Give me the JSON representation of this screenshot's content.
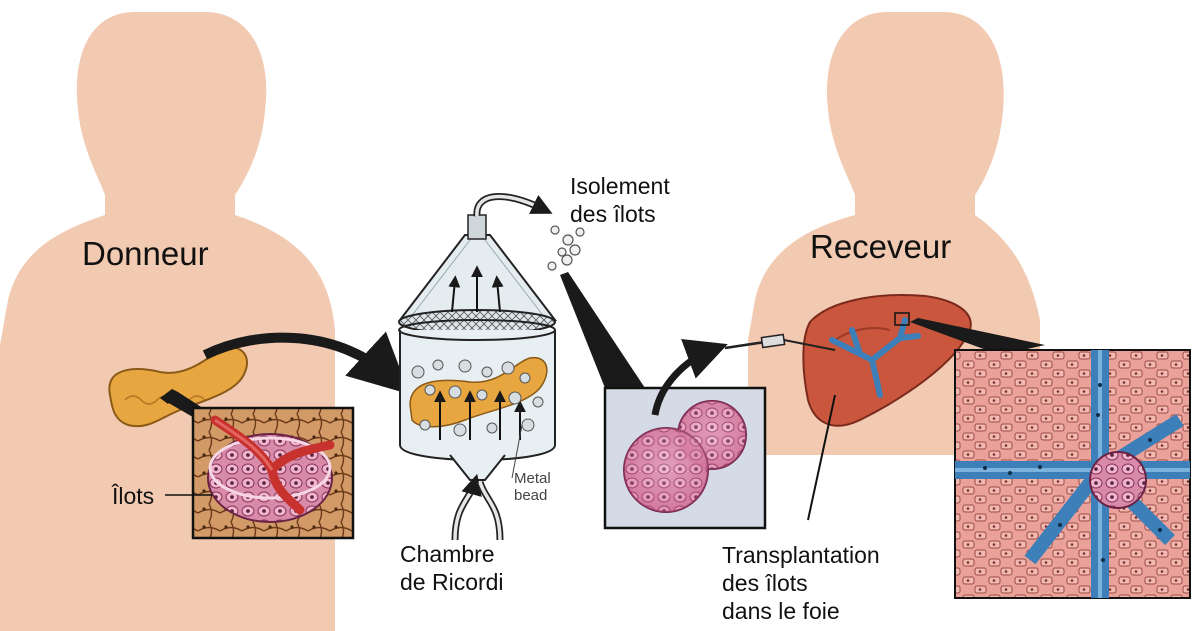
{
  "labels": {
    "donor": "Donneur",
    "recipient": "Receveur",
    "islets": "Îlots",
    "chamber_line1": "Chambre",
    "chamber_line2": "de Ricordi",
    "isolation_line1": "Isolement",
    "isolation_line2": "des îlots",
    "bead_line1": "Metal",
    "bead_line2": "bead",
    "transplant_line1": "Transplantation",
    "transplant_line2": "des îlots",
    "transplant_line3": "dans le foie"
  },
  "colors": {
    "skin": "#f2c9b1",
    "pancreas": "#e8a640",
    "liver": "#c9563d",
    "vessel_blue": "#3d7fb8",
    "vessel_red": "#c8322e",
    "islet_pink": "#d9789f",
    "tissue": "#c98a5c",
    "arrow": "#1a1a1a"
  }
}
